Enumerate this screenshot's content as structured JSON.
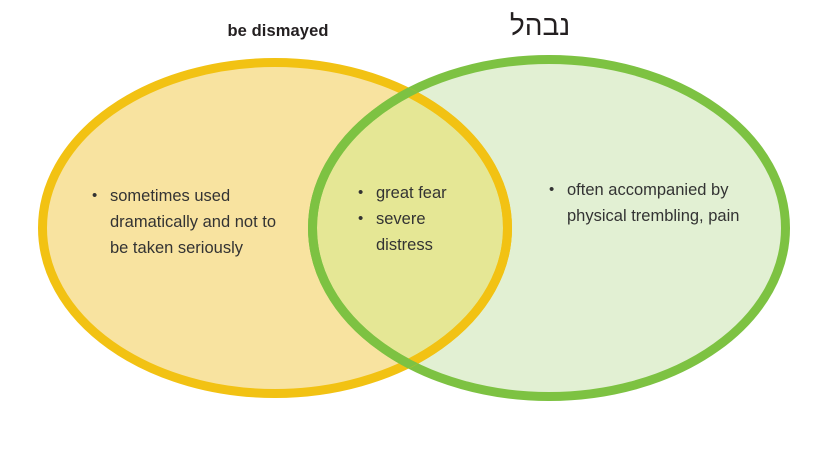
{
  "diagram": {
    "type": "venn",
    "title_left": "be dismayed",
    "title_right": "נבהל",
    "colors": {
      "left_stroke": "#f2c213",
      "left_fill": "#f8e3a0",
      "right_stroke": "#7dc242",
      "right_fill": "#e2f0d3",
      "intersection_fill": "#e5e795",
      "text": "#333333",
      "title_text": "#231f20",
      "background": "#ffffff"
    },
    "left_only": {
      "items": [
        "sometimes used dramatically and not to be taken seriously"
      ]
    },
    "intersection": {
      "items": [
        "great fear",
        "severe distress"
      ]
    },
    "right_only": {
      "items": [
        "often accompanied by physical trembling, pain"
      ]
    }
  }
}
